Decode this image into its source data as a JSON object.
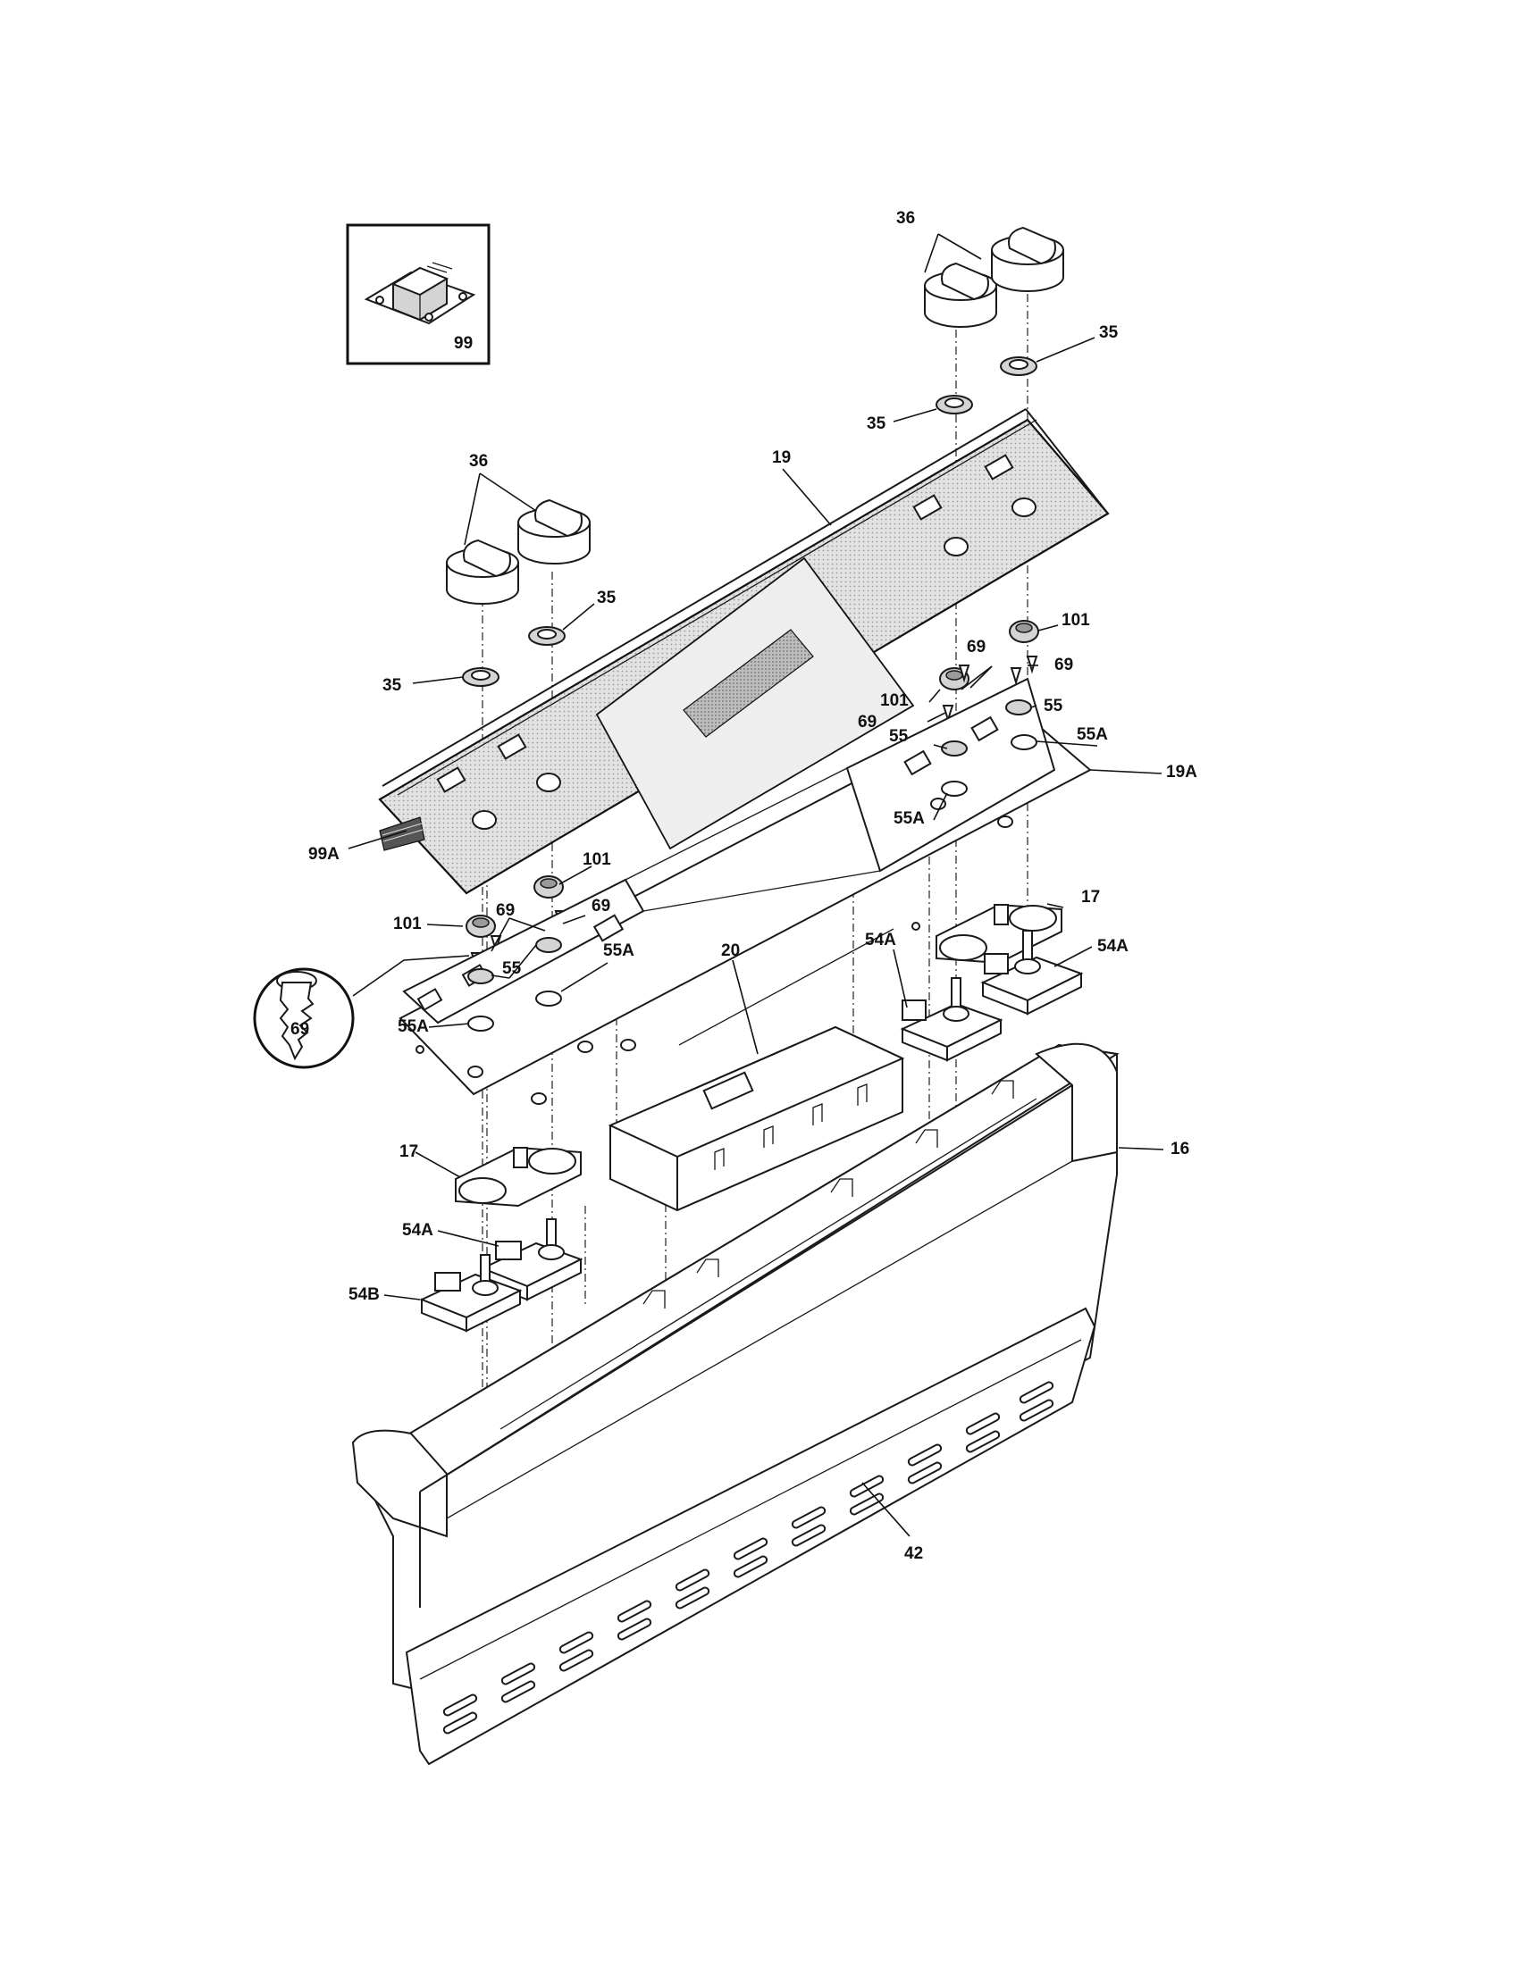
{
  "parts": {
    "p99": "99",
    "p36": "36",
    "p35": "35",
    "p19": "19",
    "p101": "101",
    "p69": "69",
    "p55": "55",
    "p55A": "55A",
    "p19A": "19A",
    "p99A": "99A",
    "p17": "17",
    "p20": "20",
    "p54A": "54A",
    "p54B": "54B",
    "p16": "16",
    "p42": "42"
  }
}
